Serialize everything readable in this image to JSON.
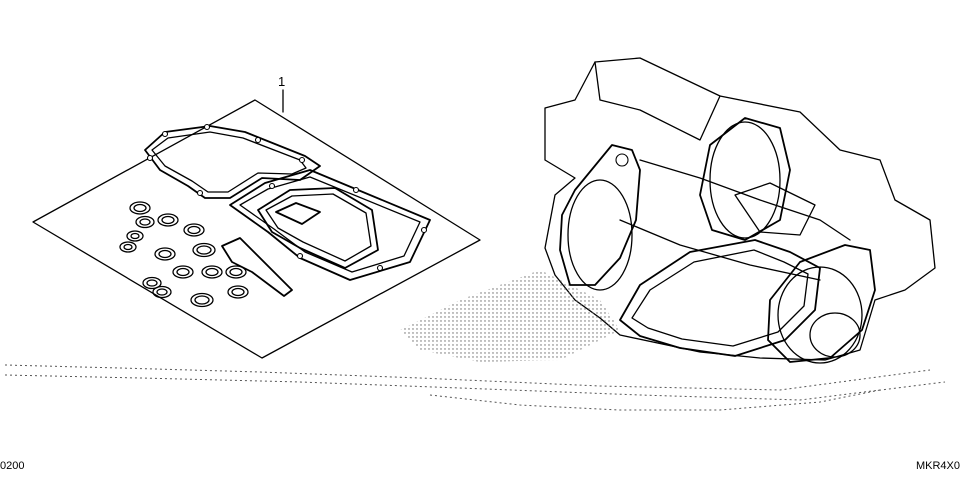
{
  "diagram": {
    "callout_label": "1",
    "code_left": "0200",
    "code_right": "MKR4X0"
  }
}
